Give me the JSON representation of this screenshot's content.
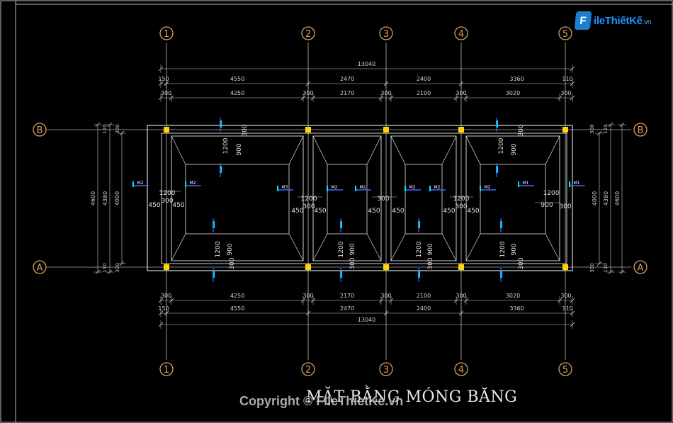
{
  "logo": {
    "mark": "F",
    "text": "ileThiếtKế",
    "domain": ".vn"
  },
  "drawing": {
    "title": "MẶT BẰNG MÓNG BĂNG",
    "watermark": "Copyright © FileThietKe.vn",
    "grid_x": [
      "1",
      "2",
      "3",
      "4",
      "5"
    ],
    "grid_y": [
      "B",
      "A"
    ],
    "dims_top_total": "13040",
    "dims_top_row1": [
      "150",
      "4550",
      "2470",
      "2400",
      "3360",
      "110"
    ],
    "dims_top_row2": [
      "300",
      "4250",
      "300",
      "2170",
      "300",
      "2100",
      "300",
      "3020",
      "300"
    ],
    "dims_bottom_row1": [
      "300",
      "4250",
      "300",
      "2170",
      "300",
      "2100",
      "300",
      "3020",
      "300"
    ],
    "dims_bottom_row2": [
      "150",
      "4550",
      "2470",
      "2400",
      "3360",
      "110"
    ],
    "dims_bottom_total": "13040",
    "dims_left": [
      "4600",
      "4380",
      "4000",
      "110",
      "300",
      "300",
      "110"
    ],
    "dims_right": [
      "4600",
      "4380",
      "4000",
      "110",
      "300",
      "300",
      "110"
    ],
    "footing_labels": [
      "M1",
      "M2",
      "M3"
    ],
    "footing_dims": [
      "1200",
      "900",
      "300",
      "450",
      "300",
      "450"
    ],
    "colors": {
      "background": "#000000",
      "line": "#ffffff",
      "dim": "#cfcfcf",
      "column": "#ffd400",
      "axis_bubble": "#d9a05b",
      "marker": "#00e5ff",
      "section": "#3a6bff"
    }
  }
}
